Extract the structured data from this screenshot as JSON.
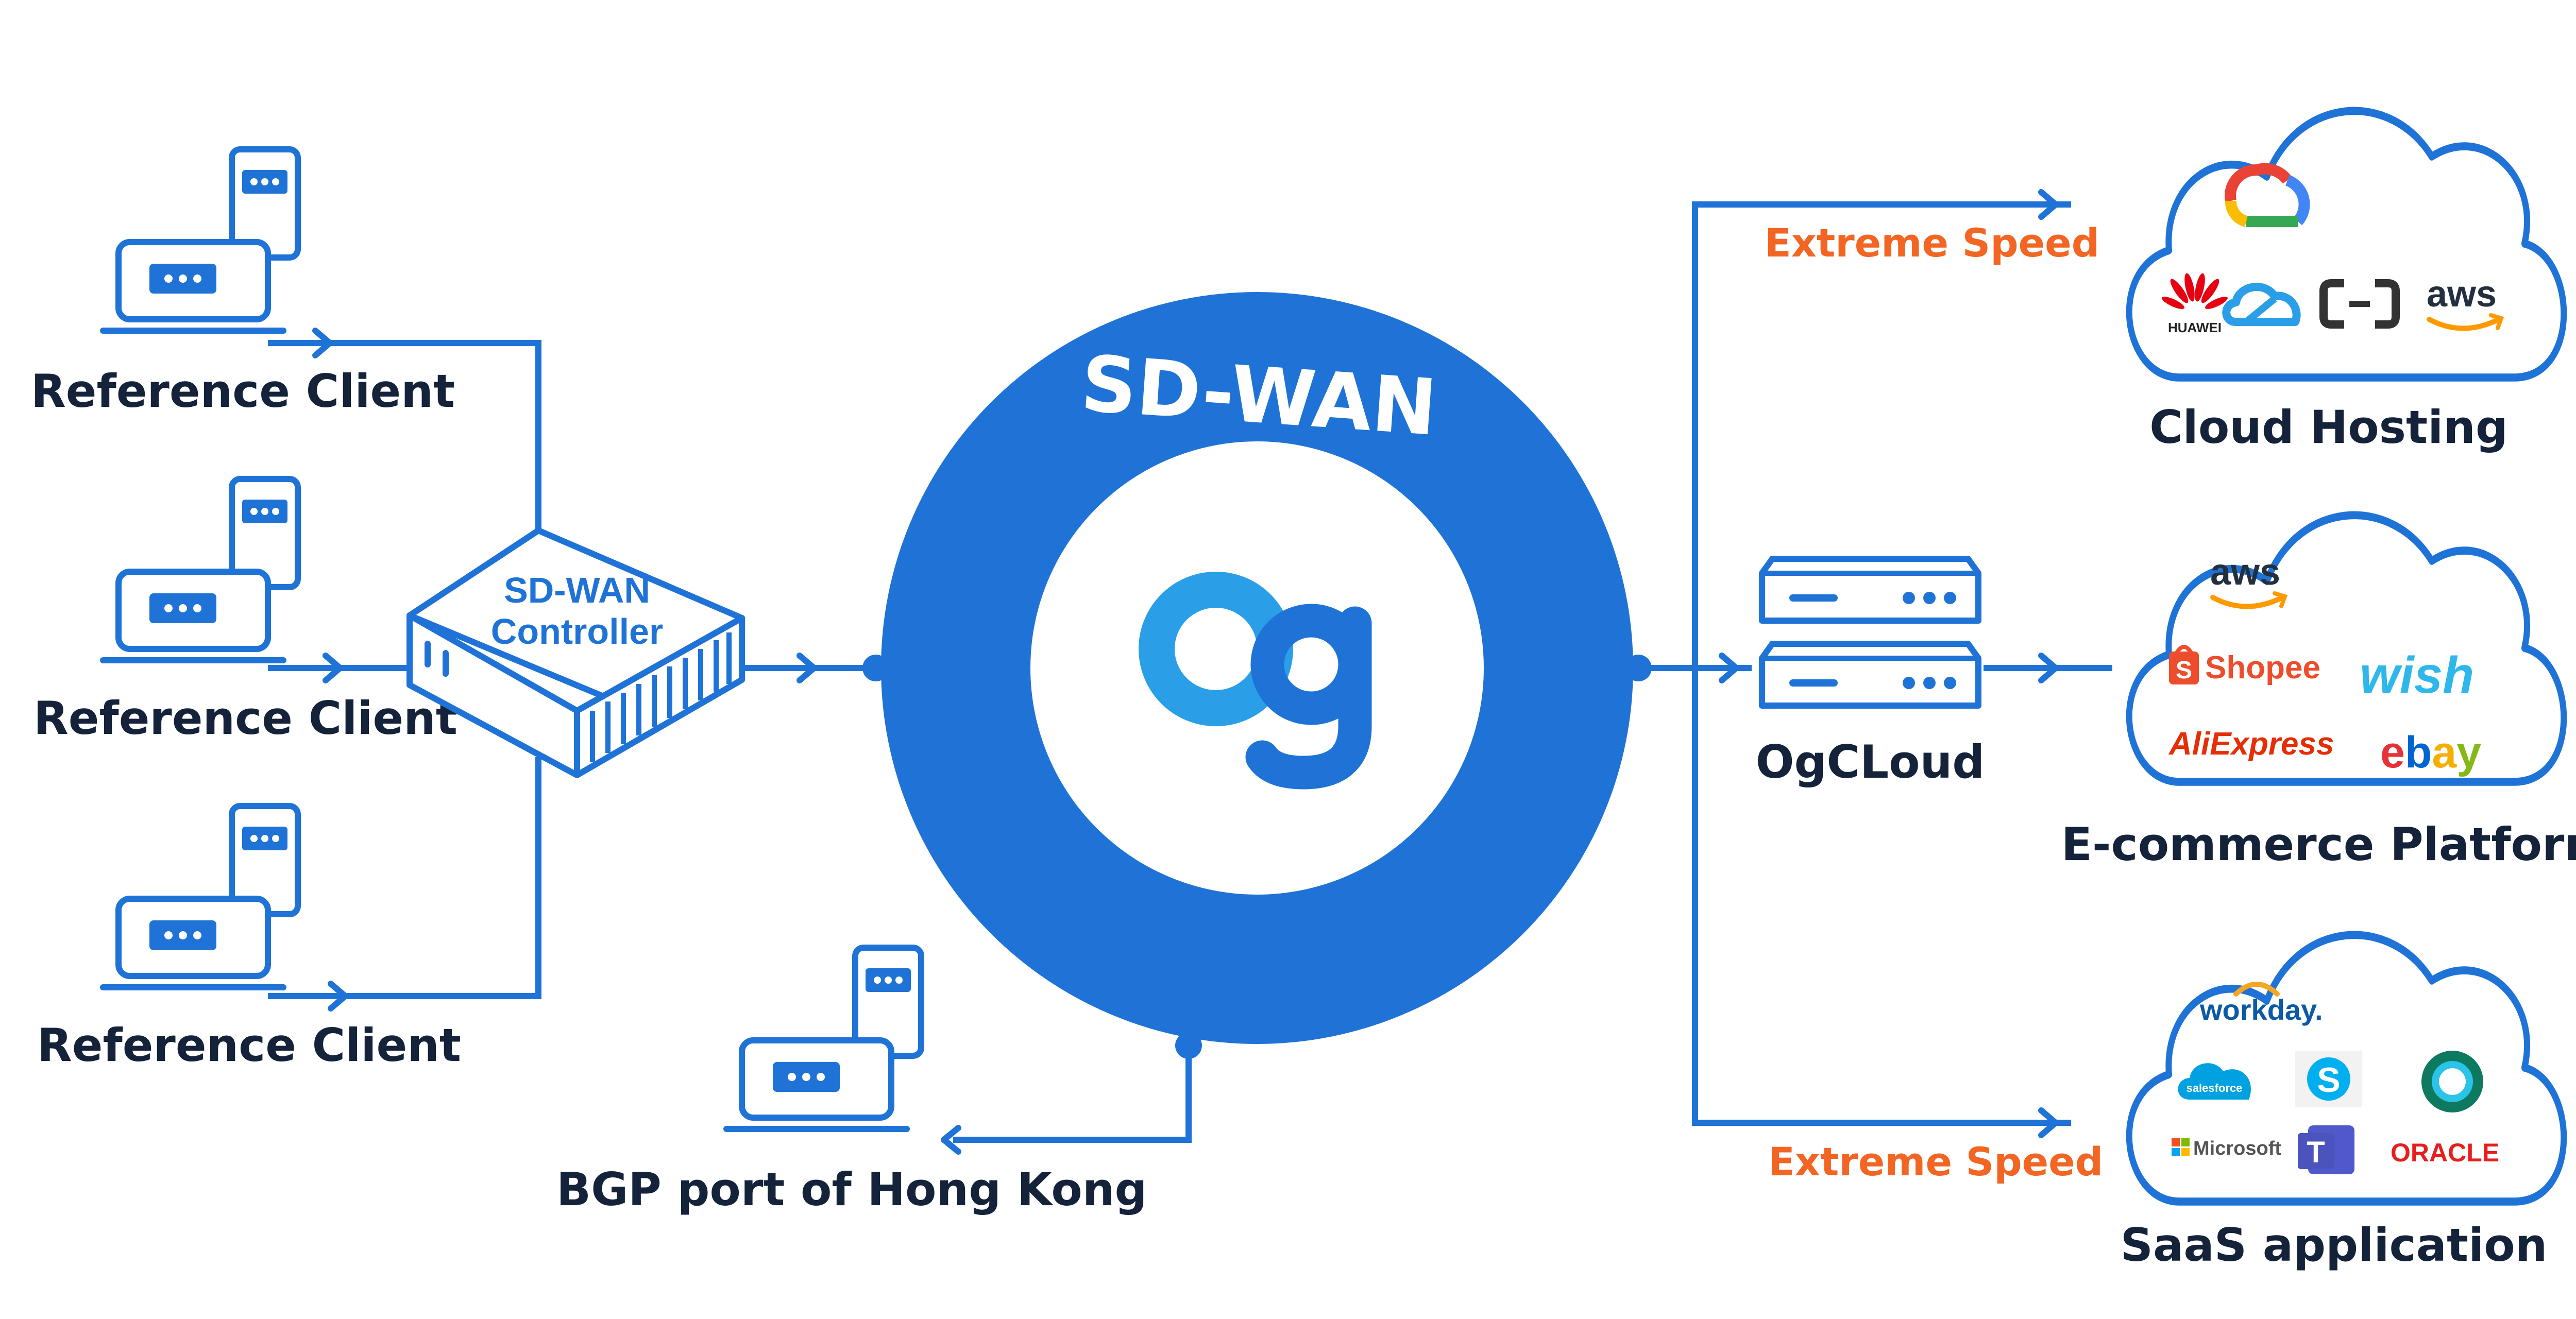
{
  "colors": {
    "primary": "#1f73d6",
    "dark_text": "#14233a",
    "speed": "#f26522",
    "white": "#ffffff"
  },
  "clients": {
    "label_1": "Reference Client",
    "label_2": "Reference Client",
    "label_3": "Reference Client"
  },
  "controller": {
    "line1": "SD-WAN",
    "line2": "Controller"
  },
  "sdwan": {
    "title": "SD-WAN",
    "logo": "Og"
  },
  "bgp": {
    "label": "BGP port of Hong Kong"
  },
  "ogcloud": {
    "label": "OgCLoud"
  },
  "links": {
    "speed_top": "Extreme Speed",
    "speed_bottom": "Extreme Speed"
  },
  "clouds": {
    "hosting": {
      "label": "Cloud Hosting",
      "logos": {
        "huawei": "HUAWEI",
        "aws": "aws"
      }
    },
    "ecommerce": {
      "label": "E-commerce Platform",
      "logos": {
        "aws": "aws",
        "shopee": "Shopee",
        "wish": "wish",
        "aliexpress": "AliExpress",
        "ebay": "ebay"
      }
    },
    "saas": {
      "label": "SaaS application",
      "logos": {
        "workday": "workday.",
        "salesforce": "salesforce",
        "microsoft": "Microsoft",
        "oracle": "ORACLE"
      }
    }
  }
}
